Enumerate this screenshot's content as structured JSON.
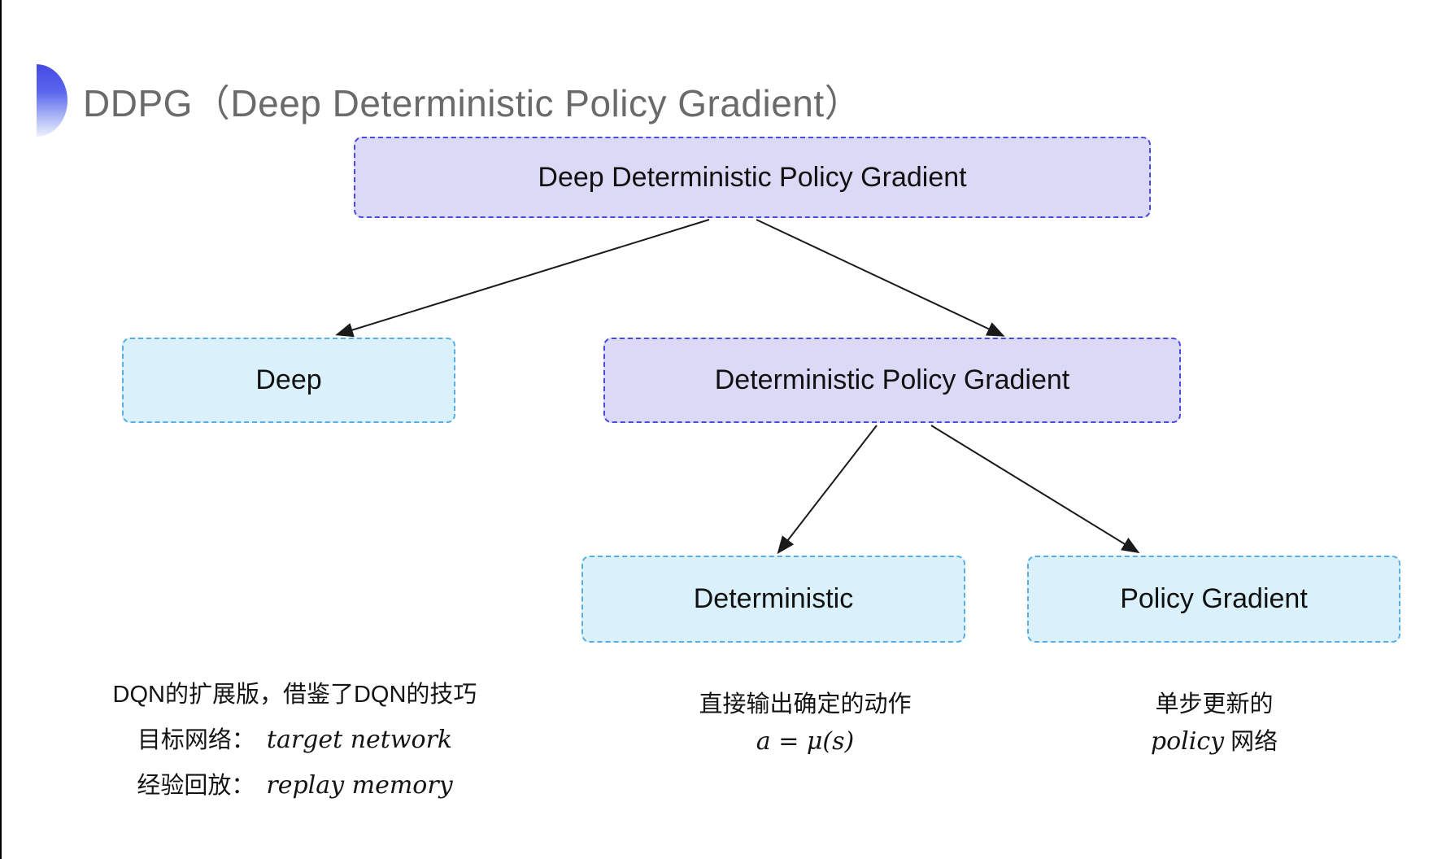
{
  "header": {
    "title": "DDPG（Deep Deterministic Policy Gradient）"
  },
  "diagram": {
    "nodes": [
      {
        "id": "root",
        "label": "Deep Deterministic Policy Gradient",
        "variant": "purple"
      },
      {
        "id": "deep",
        "label": "Deep",
        "variant": "cyan"
      },
      {
        "id": "dpg",
        "label": "Deterministic Policy Gradient",
        "variant": "purple"
      },
      {
        "id": "deterministic",
        "label": "Deterministic",
        "variant": "cyan"
      },
      {
        "id": "policy_gradient",
        "label": "Policy Gradient",
        "variant": "cyan"
      }
    ],
    "edges": [
      {
        "from": "root",
        "to": "deep"
      },
      {
        "from": "root",
        "to": "dpg"
      },
      {
        "from": "dpg",
        "to": "deterministic"
      },
      {
        "from": "dpg",
        "to": "policy_gradient"
      }
    ]
  },
  "notes": {
    "deep": {
      "line1": "DQN的扩展版，借鉴了DQN的技巧",
      "line2_zh": "目标网络：",
      "line2_en": "target network",
      "line3_zh": "经验回放：",
      "line3_en": "replay memory"
    },
    "deterministic": {
      "line1": "直接输出确定的动作",
      "formula": "a = μ(s)"
    },
    "policy_gradient": {
      "line1": "单步更新的",
      "line2_en": "policy",
      "line2_zh": " 网络"
    }
  },
  "colors": {
    "purple_fill": "#dcd9f6",
    "purple_border": "#4a4ae0",
    "cyan_fill": "#daf1fc",
    "cyan_border": "#58aee2",
    "arrow": "#1a1a1a",
    "title_text": "#6a6a6a",
    "body_text": "#141414",
    "bullet_top": "#434ae4",
    "bullet_bottom": "#eef1fe",
    "edge_line": "#000000"
  }
}
